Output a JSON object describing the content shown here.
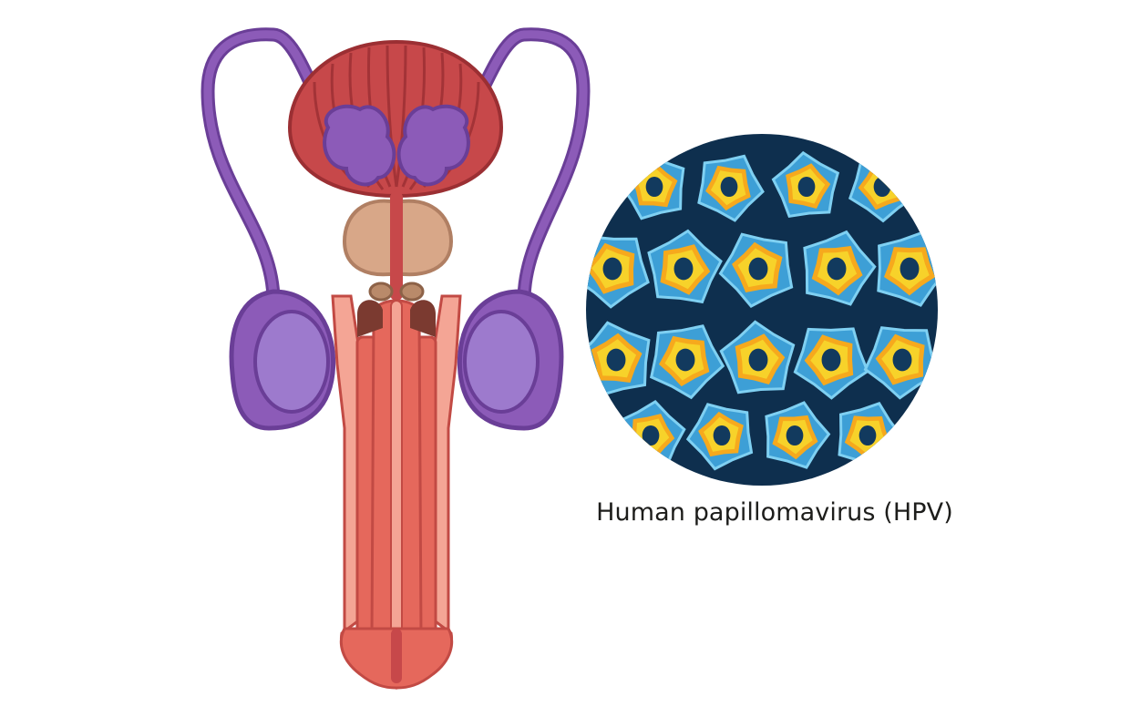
{
  "caption": "Human papillomavirus (HPV)",
  "colors": {
    "bladder": "#c7484a",
    "bladder_dark": "#9b2f33",
    "vas": "#8c5bb8",
    "vas_dark": "#6a3e97",
    "testis": "#9d7acd",
    "prostate": "#d8a788",
    "penis": "#e5685c",
    "penis_light": "#f4a595",
    "cell_orange": "#f6a91d",
    "cell_yellow": "#f7d22a",
    "cell_blue": "#3d9fd6",
    "sphere_dark": "#0e2f4e",
    "nucleus": "#123a5e"
  },
  "icons": {
    "anatomy": "male-reproductive-system-illustration",
    "virus": "hpv-infected-cells-illustration"
  }
}
